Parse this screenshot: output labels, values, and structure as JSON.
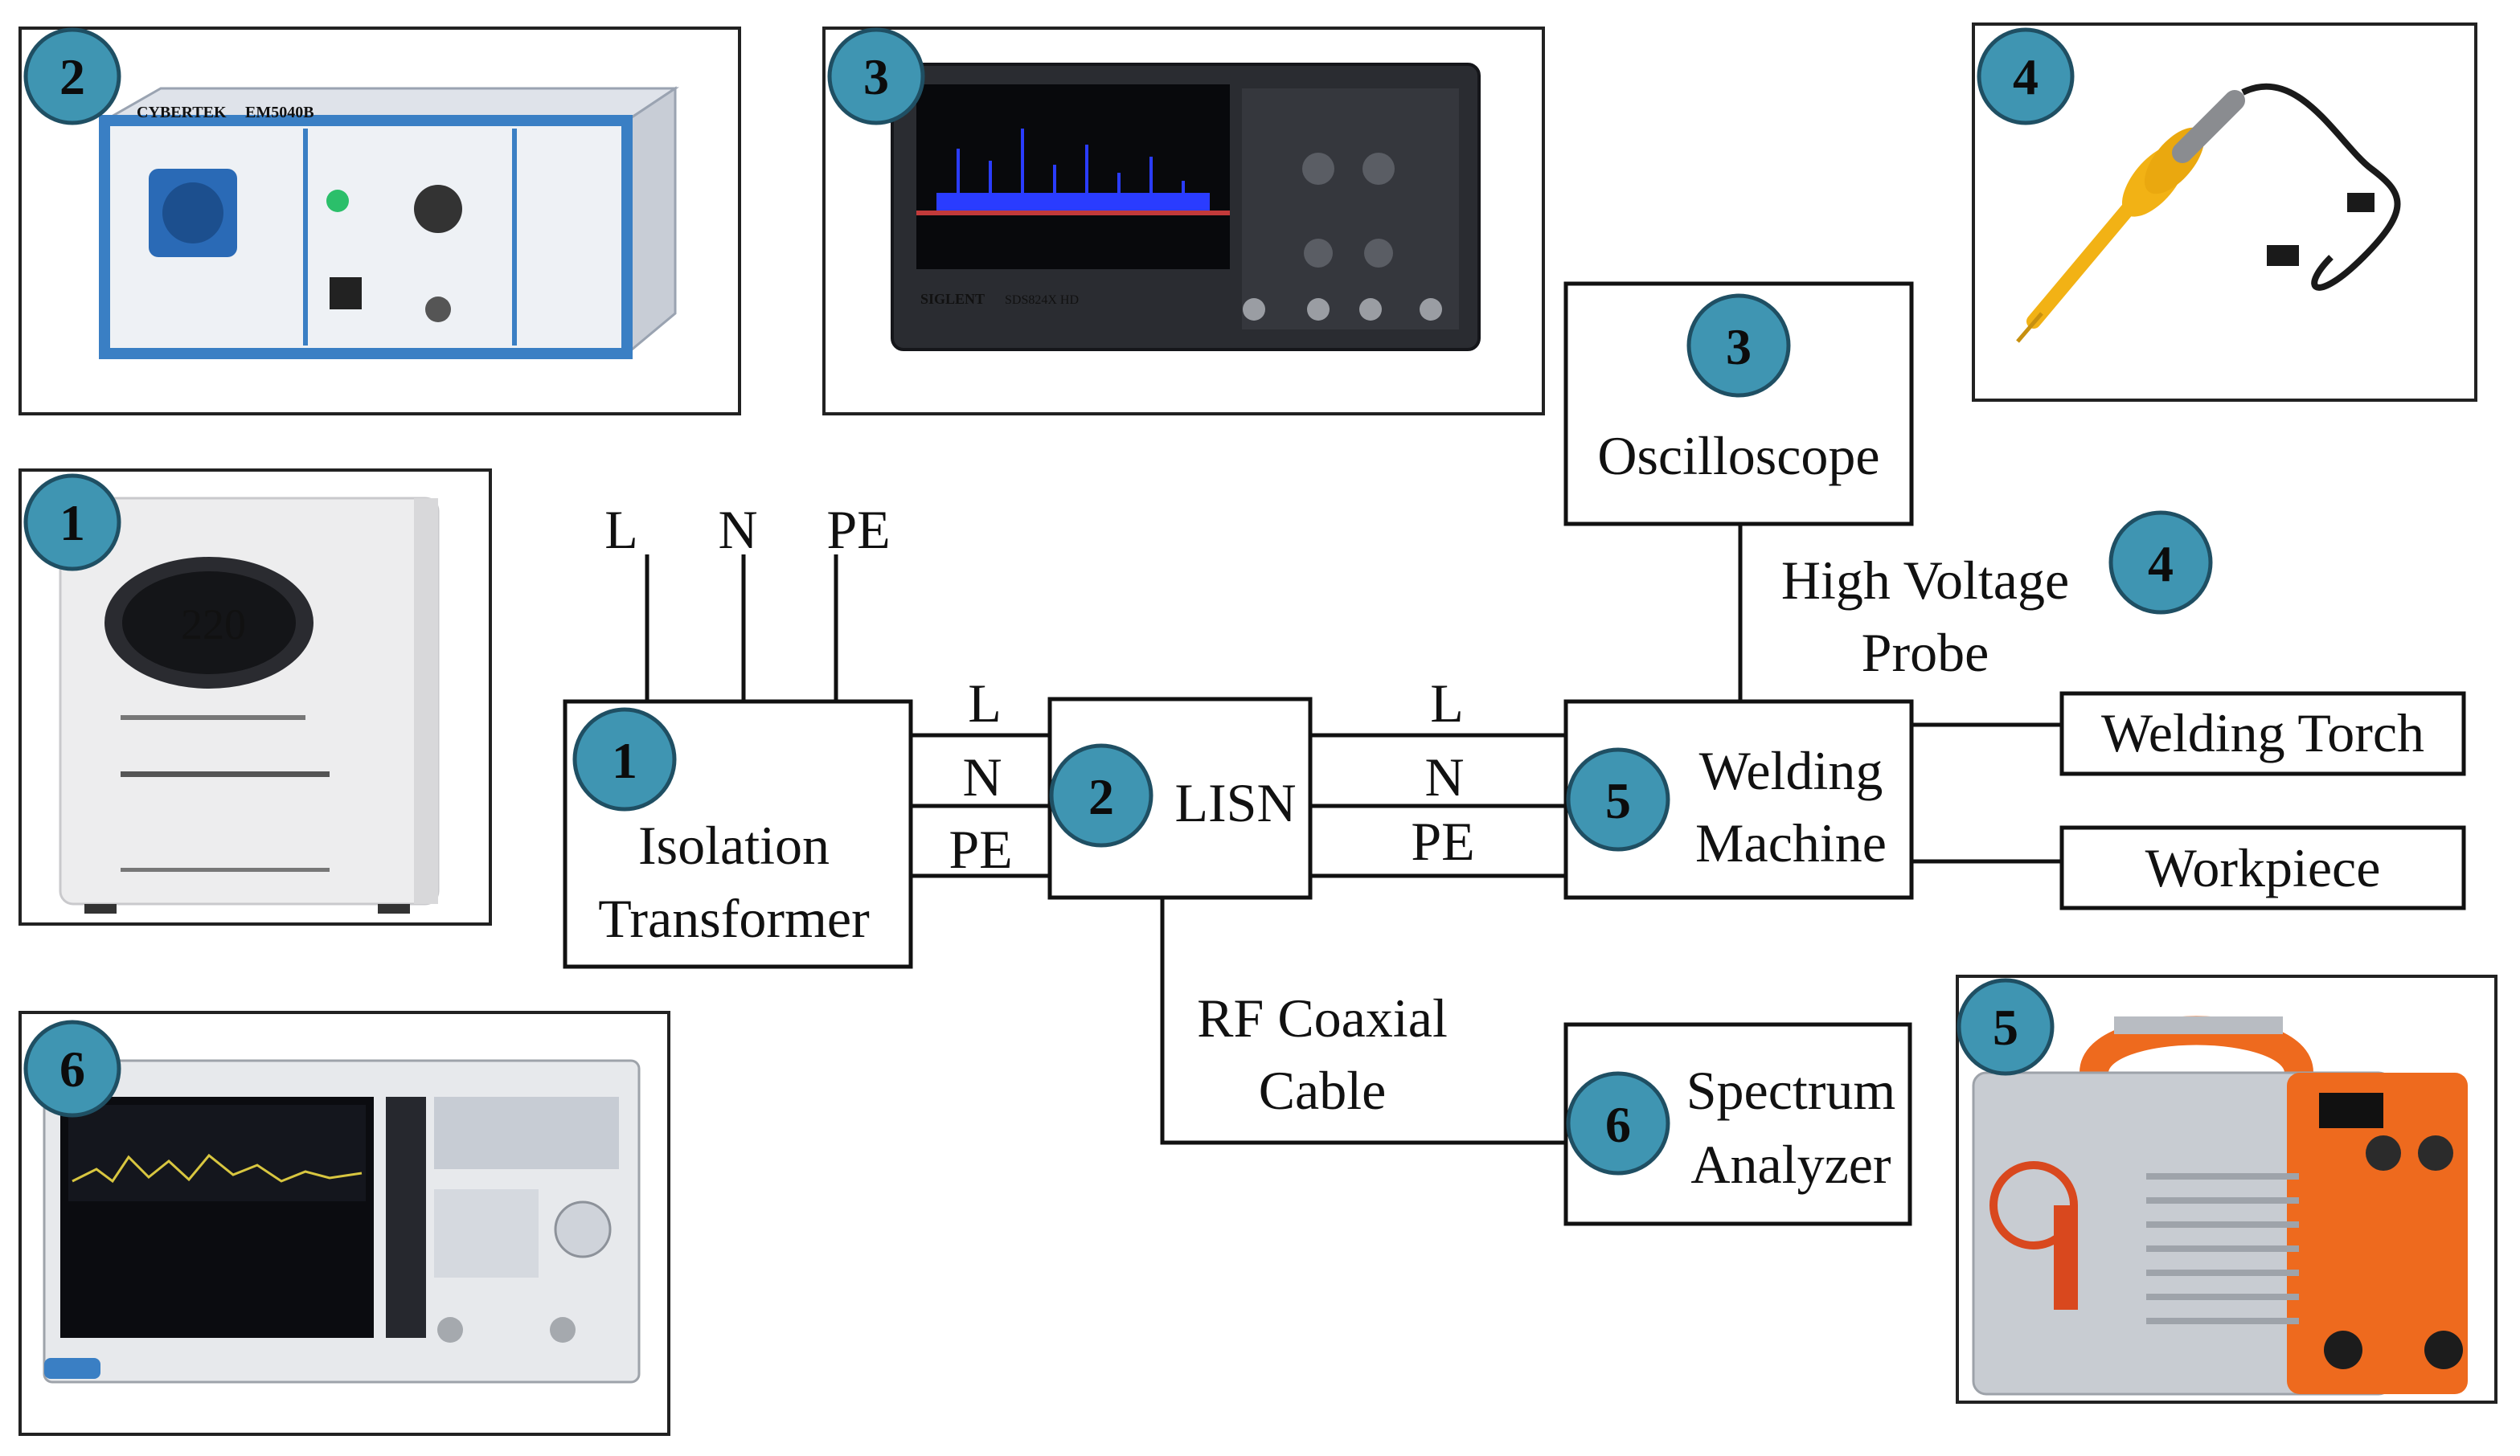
{
  "colors": {
    "badge": "#3f95b2",
    "badge_stroke": "#1f4f63",
    "line": "#111111",
    "welder_orange": "#ee6a1e",
    "lisn_blue": "#3a7fc4",
    "scope_spectrum": "#2a3cff",
    "probe_yellow": "#f2b215"
  },
  "supply": {
    "l": "L",
    "n": "N",
    "pe": "PE"
  },
  "wires_a": {
    "l": "L",
    "n": "N",
    "pe": "PE"
  },
  "wires_b": {
    "l": "L",
    "n": "N",
    "pe": "PE"
  },
  "blocks": {
    "isolation_transformer": {
      "num": "1",
      "line1": "Isolation",
      "line2": "Transformer"
    },
    "lisn": {
      "num": "2",
      "label": "LISN"
    },
    "oscilloscope": {
      "num": "3",
      "label": "Oscilloscope"
    },
    "probe": {
      "num": "4",
      "line1": "High Voltage",
      "line2": "Probe"
    },
    "welding_machine": {
      "num": "5",
      "line1": "Welding",
      "line2": "Machine"
    },
    "spectrum_analyzer": {
      "num": "6",
      "line1": "Spectrum",
      "line2": "Analyzer"
    },
    "welding_torch": {
      "label": "Welding Torch"
    },
    "workpiece": {
      "label": "Workpiece"
    },
    "coax": {
      "line1": "RF Coaxial",
      "line2": "Cable"
    }
  },
  "photos": {
    "p1": {
      "num": "1",
      "icon": "isolation-transformer-photo"
    },
    "p2": {
      "num": "2",
      "icon": "lisn-photo",
      "brand": "CYBERTEK",
      "model": "EM5040B"
    },
    "p3": {
      "num": "3",
      "icon": "oscilloscope-photo",
      "brand": "SIGLENT",
      "model": "SDS824X HD"
    },
    "p4": {
      "num": "4",
      "icon": "high-voltage-probe-photo"
    },
    "p5": {
      "num": "5",
      "icon": "welding-machine-photo"
    },
    "p6": {
      "num": "6",
      "icon": "spectrum-analyzer-photo"
    }
  }
}
